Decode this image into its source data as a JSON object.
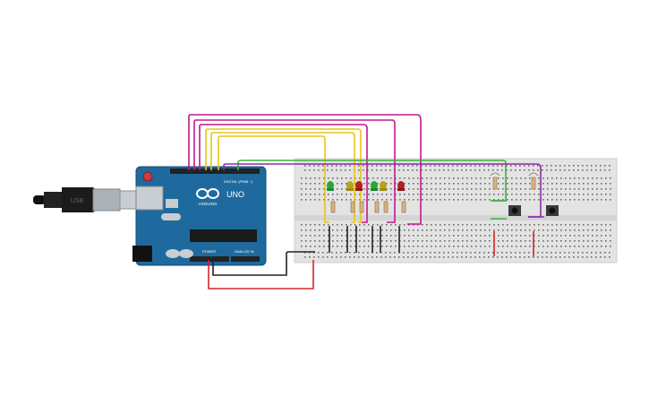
{
  "arduino": {
    "brand": "ARDUINO",
    "model": "UNO",
    "digital_label": "DIGITAL (PWM ~)",
    "power_label": "POWER",
    "analog_label": "ANALOG IN"
  },
  "usb": {
    "cable_label": "USB"
  },
  "leds": {
    "colors": [
      "green",
      "yellow",
      "red",
      "green",
      "yellow",
      "red"
    ]
  },
  "wire_colors": {
    "magenta": "#c2188a",
    "yellow": "#e6c717",
    "green": "#3fae3f",
    "purple": "#8e2ba8",
    "red": "#d6262b",
    "black": "#222222"
  },
  "buttons": {
    "count": 2
  }
}
